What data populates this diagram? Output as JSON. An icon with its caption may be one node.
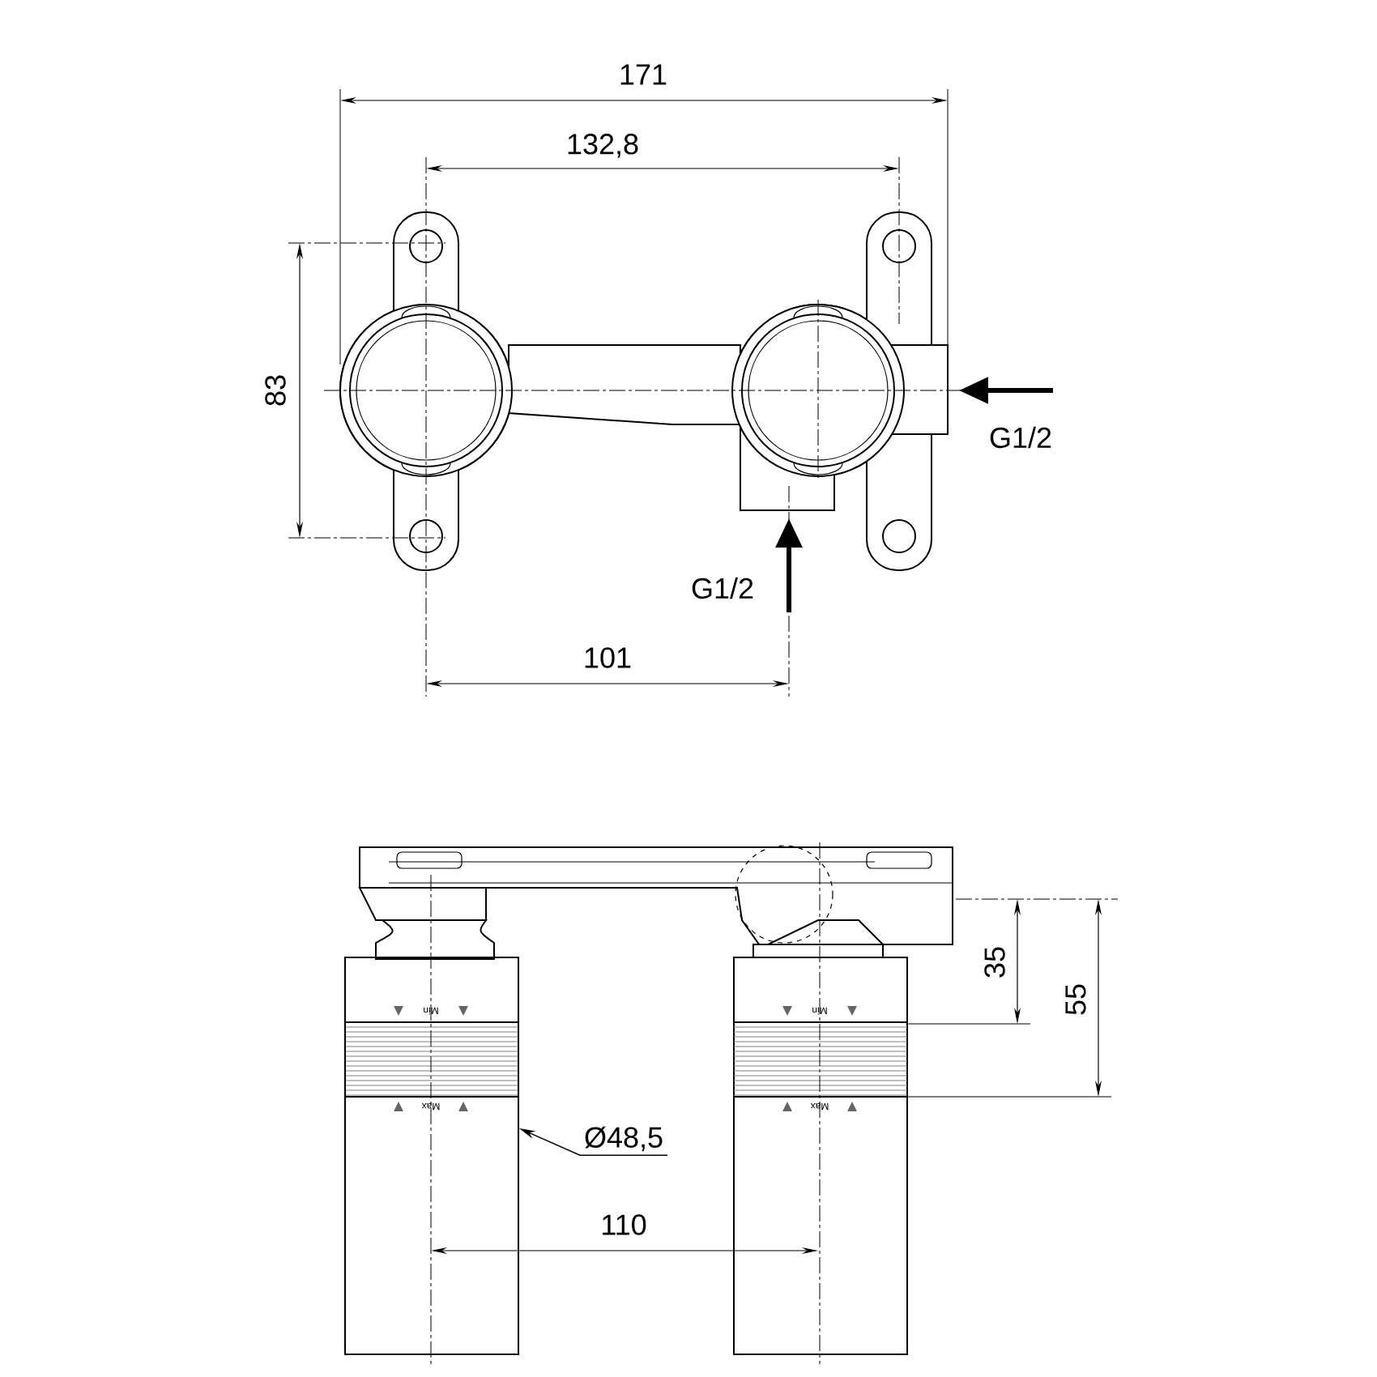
{
  "diagram": {
    "nodes": [
      {
        "text": [
          "Ø48,5"
        ]
      },
      {
        "text": [],
        "shape": "cylinder"
      }
    ],
    "edges": [
      {
        "from": 0,
        "to": 1,
        "arrow": "to"
      }
    ],
    "labels": [
      "171",
      "132,8",
      "83",
      "G1/2",
      "G1/2",
      "101",
      "Min",
      "Max",
      "Min",
      "Max",
      "35",
      "55",
      "110"
    ]
  }
}
